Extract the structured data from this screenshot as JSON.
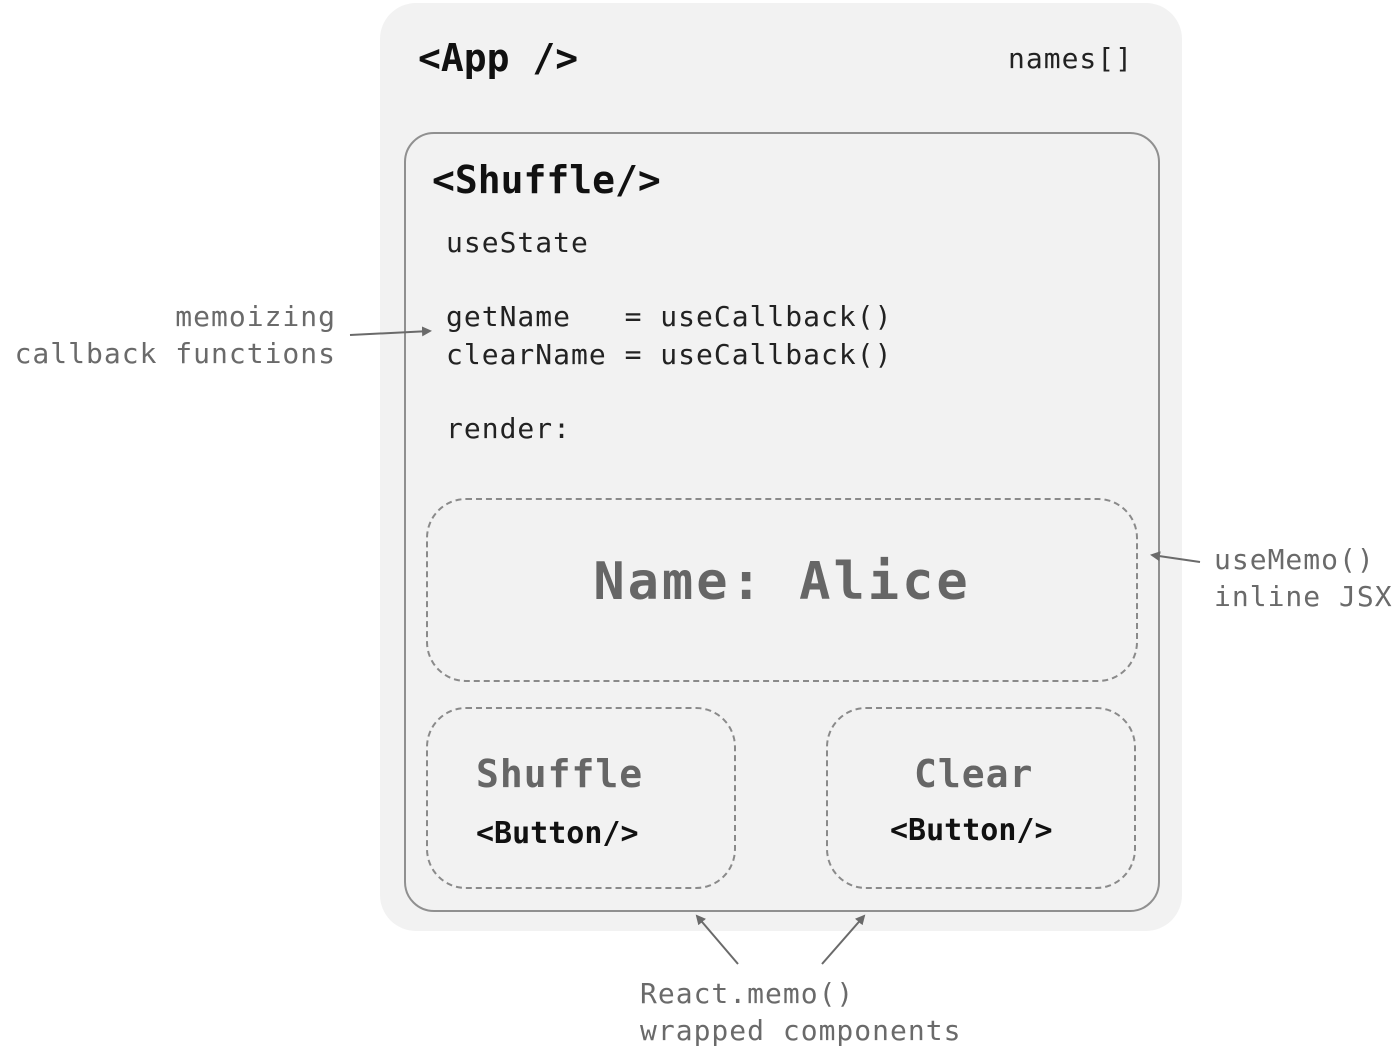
{
  "app": {
    "title": "<App />",
    "state": "names[]"
  },
  "shuffle": {
    "title": "<Shuffle/>",
    "code_lines": [
      "useState",
      "getName   = useCallback()",
      "clearName = useCallback()",
      "render:"
    ],
    "name_display": "Name: Alice",
    "buttons": [
      {
        "label": "Shuffle",
        "tag": "<Button/>"
      },
      {
        "label": "Clear",
        "tag": "<Button/>"
      }
    ]
  },
  "annotations": {
    "callbacks": [
      "memoizing",
      "callback functions"
    ],
    "memo_jsx": [
      "useMemo()",
      "inline JSX"
    ],
    "react_memo": [
      "React.memo()",
      "wrapped components"
    ]
  },
  "colors": {
    "app_background": "#f2f2f2",
    "border": "#909090",
    "annotation_text": "#6a6a6a"
  }
}
